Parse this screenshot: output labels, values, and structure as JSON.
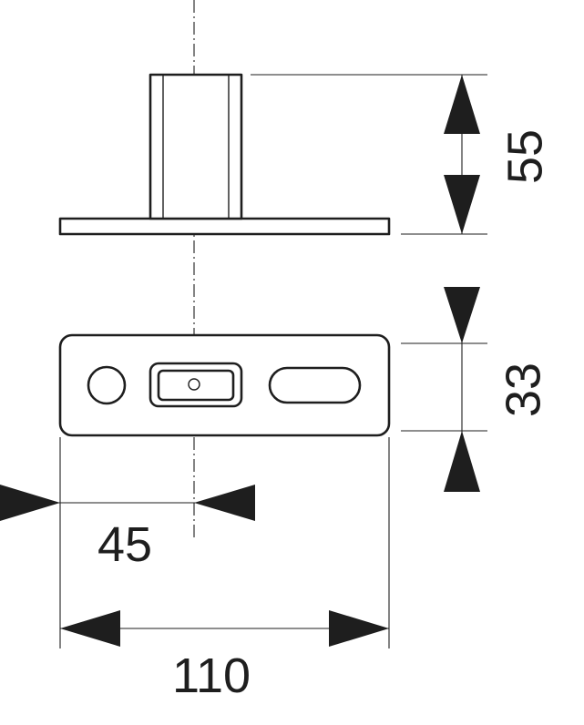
{
  "dimensions": {
    "height_total": "55",
    "base_depth": "33",
    "center_offset": "45",
    "overall_width": "110"
  },
  "colors": {
    "line": "#1e1e1e",
    "background": "#ffffff"
  }
}
